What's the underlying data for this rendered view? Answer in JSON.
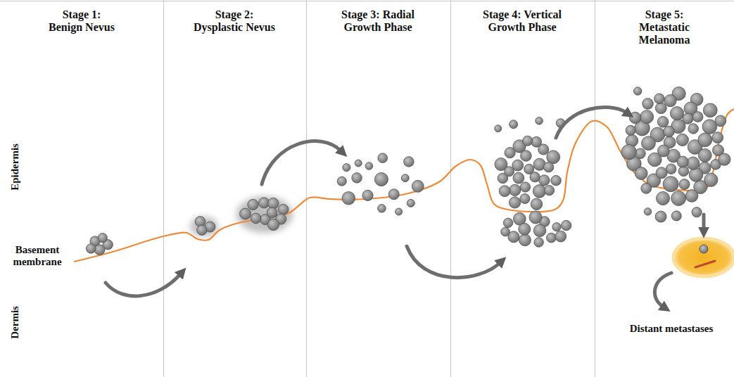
{
  "diagram": {
    "labels": [
      "Stage 1: Benign Nevus",
      "Stage 2: Dysplastic Nevus",
      "Stage 3: Radial Growth Phase",
      "Stage 4: Vertical Growth Phase",
      "Stage 5: Metastatic Melanoma",
      "Epidermis",
      "Basement membrane",
      "Dermis",
      "Distant metastases"
    ]
  }
}
